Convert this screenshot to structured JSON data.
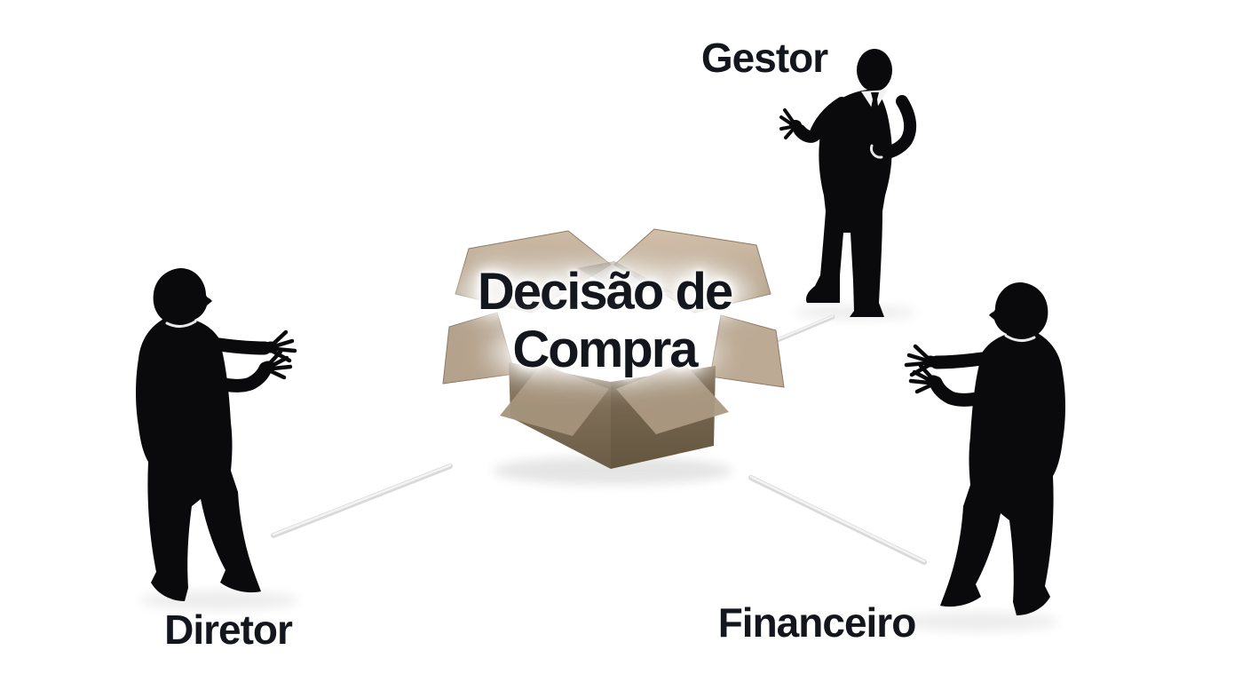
{
  "diagram": {
    "type": "concept-diagram",
    "center_label": {
      "line1": "Decisão de",
      "line2": "Compra"
    },
    "center_full_text": "Decisão de Compra",
    "actors": [
      {
        "id": "gestor",
        "label": "Gestor",
        "position": "top-right"
      },
      {
        "id": "diretor",
        "label": "Diretor",
        "position": "bottom-left"
      },
      {
        "id": "financeiro",
        "label": "Financeiro",
        "position": "bottom-right"
      }
    ],
    "colors": {
      "label_text": "#14161d",
      "text_glow": "#ffffff",
      "silhouette": "#0a0a0c",
      "connector": "#d9d9d9",
      "box_flap_light": "#cdbba6",
      "box_flap_mid": "#b4a28c",
      "box_face_left": "#8d7c65",
      "box_face_right": "#806f58",
      "background": "#ffffff"
    }
  }
}
